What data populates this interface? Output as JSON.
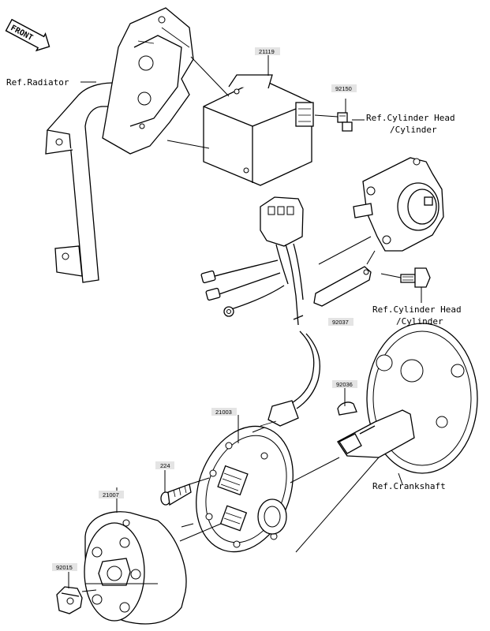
{
  "direction": {
    "label": "FRONT"
  },
  "references": {
    "radiator": "Ref.Radiator",
    "cylinder_head_top": [
      "Ref.Cylinder Head",
      "/Cylinder"
    ],
    "cylinder_head_bottom": [
      "Ref.Cylinder Head",
      "/Cylinder"
    ],
    "crankshaft": "Ref.Crankshaft"
  },
  "part_numbers": {
    "cdi_unit": "21119",
    "bolt_top": "92150",
    "stator_plate": "92037",
    "key": "92036",
    "coil_assembly": "21003",
    "screw": "224",
    "flywheel": "21007",
    "nut": "92015"
  }
}
